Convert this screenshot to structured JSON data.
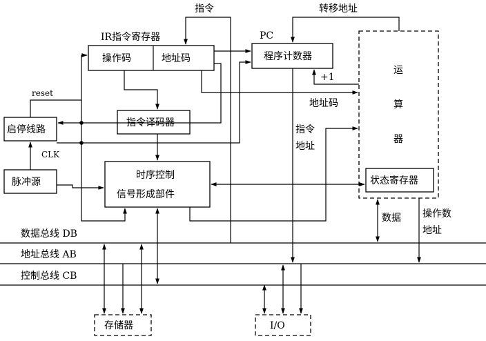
{
  "labels": {
    "ir_title": "IR指令寄存器",
    "opcode": "操作码",
    "addr_code": "地址码",
    "pc_title": "PC",
    "pc": "程序计数器",
    "decoder": "指令译码器",
    "start_stop": "启停线路",
    "clock_source": "脉冲源",
    "timing_line1": "时序控制",
    "timing_line2": "信号形成部件",
    "alu_char1": "运",
    "alu_char2": "算",
    "alu_char3": "器",
    "status_reg": "状态寄存器",
    "data_bus": "数据总线 DB",
    "addr_bus": "地址总线 AB",
    "ctrl_bus": "控制总线 CB",
    "memory": "存储器",
    "io": "I/O",
    "instruction": "指令",
    "jump_addr": "转移地址",
    "plus_one": "+1",
    "reset": "reset",
    "clk": "CLK",
    "addr_code_right": "地址码",
    "instr_addr_1": "指令",
    "instr_addr_2": "地址",
    "data": "数据",
    "operand_addr_1": "操作数",
    "operand_addr_2": "地址"
  }
}
